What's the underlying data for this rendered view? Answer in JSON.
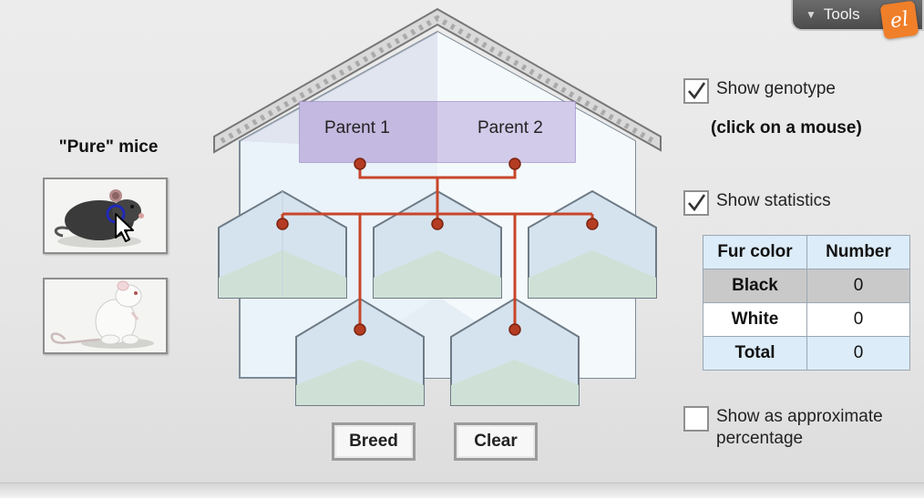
{
  "tools": {
    "label": "Tools",
    "logo": "el"
  },
  "pure_mice": {
    "title": "\"Pure\" mice",
    "mice": [
      {
        "name": "black",
        "color": "#3c3c3c"
      },
      {
        "name": "white",
        "color": "#f3f3f0"
      }
    ]
  },
  "house": {
    "parent1": "Parent 1",
    "parent2": "Parent 2",
    "line_color": "#c8452a"
  },
  "buttons": {
    "breed": "Breed",
    "clear": "Clear"
  },
  "options": {
    "show_genotype": {
      "label": "Show genotype",
      "checked": true
    },
    "click_hint": "(click on a mouse)",
    "show_statistics": {
      "label": "Show statistics",
      "checked": true
    },
    "show_percentage": {
      "label": "Show as approximate percentage",
      "checked": false
    }
  },
  "stats_table": {
    "headers": [
      "Fur color",
      "Number"
    ],
    "rows": [
      {
        "label": "Black",
        "value": "0"
      },
      {
        "label": "White",
        "value": "0"
      },
      {
        "label": "Total",
        "value": "0"
      }
    ]
  }
}
